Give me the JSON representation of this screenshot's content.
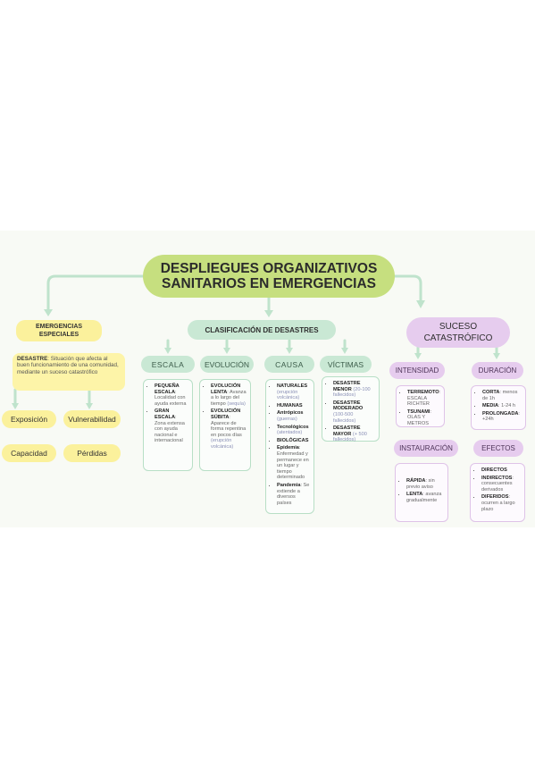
{
  "title": {
    "line1": "DESPLIEGUES ORGANIZATIVOS",
    "line2": "SANITARIOS EN EMERGENCIAS"
  },
  "emergencias": {
    "label_line1": "EMERGENCIAS",
    "label_line2": "ESPECIALES",
    "desastre_term": "DESASTRE",
    "desastre_text": ": Situación que afecta al buen funcionamiento de una comunidad, mediante un suceso catastrófico",
    "items": [
      "Exposición",
      "Vulnerabilidad",
      "Capacidad",
      "Pérdidas"
    ]
  },
  "clasificacion": {
    "label": "CLASIFICACIÓN DE DESASTRES",
    "categories": [
      "ESCALA",
      "EVOLUCIÓN",
      "CAUSA",
      "VÍCTIMAS"
    ],
    "escala": {
      "i1_term": "PEQUEÑA ESCALA",
      "i1_text": ": Localidad con ayuda externa",
      "i2_term": "GRAN ESCALA",
      "i2_text": ": Zona extensa con ayuda nacional e internacional"
    },
    "evolucion": {
      "i1_term": "EVOLUCIÓN LENTA",
      "i1_text": ": Avanza a lo largo del tiempo",
      "i1_sub": "(sequía)",
      "i2_term": "EVOLUCIÓN SÚBITA",
      "i2_text": ": Aparece de forma repentina en pocos días",
      "i2_sub": "(erupción volcánica)"
    },
    "causa": {
      "naturales": "NATURALES",
      "naturales_sub": "(erupción volcánica)",
      "humanas": "HUMANAS",
      "antropico": "Antrópicos",
      "antropico_sub": "(guerras)",
      "tecnologico": "Tecnológicos",
      "tecnologico_sub": "(atentados)",
      "biologicas": "BIOLÓGICAS",
      "epidemia_term": "Epidemia",
      "epidemia_text": ": Enfermedad y permanece en un lugar y tiempo determinado",
      "pandemia_term": "Pandemia",
      "pandemia_text": ": Se extiende a diversos países"
    },
    "victimas": {
      "menor": "DESASTRE MENOR",
      "menor_sub": "(20-100 fallecidos)",
      "moderado": "DESASTRE MODERADO",
      "moderado_sub": "(100-500 fallecidos)",
      "mayor": "DESASTRE MAYOR",
      "mayor_sub": "(+ 500 fallecidos)"
    }
  },
  "suceso": {
    "label_line1": "SUCESO",
    "label_line2": "CATASTRÓFICO",
    "intensidad": {
      "label": "INTENSIDAD",
      "i1_term": "TERREMOTO",
      "i1_text": ": ESCALA RICHTER",
      "i2_term": "TSUNAMI",
      "i2_text": ": OLAS Y METROS"
    },
    "duracion": {
      "label": "DURACIÓN",
      "i1_term": "CORTA",
      "i1_text": ": menos de 1h",
      "i2_term": "MEDIA",
      "i2_text": ": 1-24 h",
      "i3_term": "PROLONGADA",
      "i3_text": ": +24h"
    },
    "instauracion": {
      "label": "INSTAURACIÓN",
      "i1_term": "RÁPIDA",
      "i1_text": ": sin previo aviso",
      "i2_term": "LENTA",
      "i2_text": ": avanza gradualmente"
    },
    "efectos": {
      "label": "EFECTOS",
      "i1": "DIRECTOS",
      "i2_term": "INDIRECTOS",
      "i2_text": ": consecuentes derivados",
      "i3_term": "DIFERIDOS",
      "i3_text": ": ocurren a largo plazo"
    }
  },
  "colors": {
    "title_green": "#c6df7f",
    "yellow": "#fbf19c",
    "mint": "#c9e8d4",
    "lilac": "#e6ccee",
    "connector": "#bfe3cc"
  }
}
